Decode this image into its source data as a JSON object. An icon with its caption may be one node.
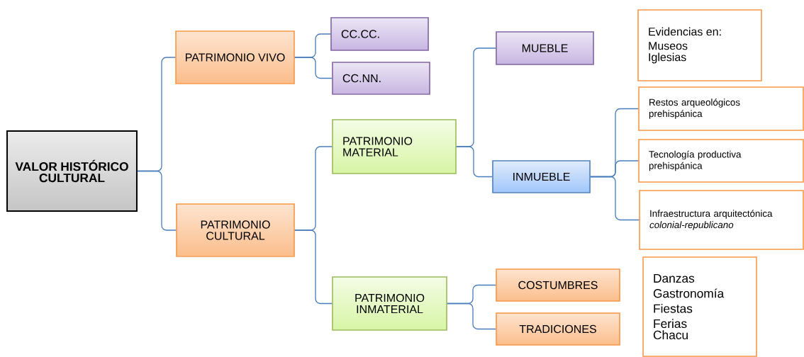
{
  "diagram": {
    "nodes": [
      {
        "text": [
          "VALOR HISTÓRICO CULTURAL"
        ]
      },
      {
        "text": [
          "PATRIMONIO VIVO"
        ]
      },
      {
        "text": [
          "PATRIMONIO CULTURAL"
        ]
      },
      {
        "text": [
          "CC.CC."
        ]
      },
      {
        "text": [
          "CC.NN."
        ]
      },
      {
        "text": [
          "PATRIMONIO MATERIAL"
        ]
      },
      {
        "text": [
          "PATRIMONIO INMATERIAL"
        ]
      },
      {
        "text": [
          "MUEBLE"
        ]
      },
      {
        "text": [
          "Evidencias en:",
          "Museos",
          "Iglesias"
        ]
      },
      {
        "text": [
          "INMUEBLE"
        ]
      },
      {
        "text": [
          "Restos arqueológicos prehispánica"
        ]
      },
      {
        "text": [
          "Tecnología productiva prehispánica"
        ]
      },
      {
        "text": [
          "Infraestructura arquitectónica *colonial-republicano*"
        ]
      },
      {
        "text": [
          "COSTUMBRES"
        ]
      },
      {
        "text": [
          "TRADICIONES"
        ]
      },
      {
        "text": [
          "Danzas",
          "Gastronomía",
          "Fiestas",
          "Ferias",
          "Chacu"
        ]
      }
    ],
    "edges": [
      {
        "from": 0,
        "to": 1,
        "arrow": "none"
      },
      {
        "from": 0,
        "to": 2,
        "arrow": "none"
      },
      {
        "from": 1,
        "to": 3,
        "arrow": "none"
      },
      {
        "from": 1,
        "to": 4,
        "arrow": "none"
      },
      {
        "from": 2,
        "to": 5,
        "arrow": "none"
      },
      {
        "from": 2,
        "to": 6,
        "arrow": "none"
      },
      {
        "from": 5,
        "to": 7,
        "arrow": "none"
      },
      {
        "from": 5,
        "to": 9,
        "arrow": "none"
      },
      {
        "from": 9,
        "to": 10,
        "arrow": "none"
      },
      {
        "from": 9,
        "to": 11,
        "arrow": "none"
      },
      {
        "from": 9,
        "to": 12,
        "arrow": "none"
      },
      {
        "from": 6,
        "to": 13,
        "arrow": "none"
      },
      {
        "from": 6,
        "to": 14,
        "arrow": "none"
      }
    ]
  }
}
